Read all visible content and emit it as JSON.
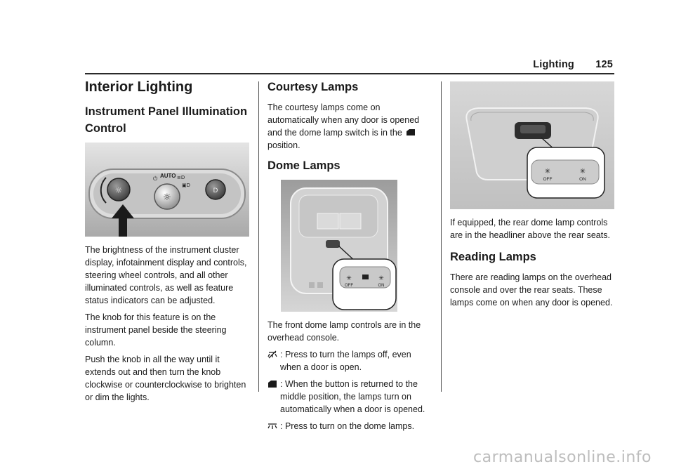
{
  "header": {
    "section": "Lighting",
    "page_number": "125"
  },
  "column1": {
    "title": "Interior Lighting",
    "subtitle": "Instrument Panel Illumination Control",
    "figure": {
      "label_auto": "AUTO"
    },
    "paragraphs": [
      "The brightness of the instrument cluster display, infotainment display and controls, steering wheel controls, and all other illuminated controls, as well as feature status indicators can be adjusted.",
      "The knob for this feature is on the instrument panel beside the steering column.",
      "Push the knob in all the way until it extends out and then turn the knob clockwise or counterclockwise to brighten or dim the lights."
    ]
  },
  "column2": {
    "courtesy_heading": "Courtesy Lamps",
    "courtesy_text_before": "The courtesy lamps come on automatically when any door is opened and the dome lamp switch is in the",
    "courtesy_text_after": "position.",
    "dome_heading": "Dome Lamps",
    "figure": {
      "label_off": "OFF",
      "label_on": "ON"
    },
    "dome_intro": "The front dome lamp controls are in the overhead console.",
    "controls": [
      {
        "icon": "lamp-off-icon",
        "text": ": Press to turn the lamps off, even when a door is open."
      },
      {
        "icon": "door-icon",
        "text": ": When the button is returned to the middle position, the lamps turn on automatically when a door is opened."
      },
      {
        "icon": "lamp-on-icon",
        "text": ": Press to turn on the dome lamps."
      }
    ]
  },
  "column3": {
    "figure": {
      "label_off": "OFF",
      "label_on": "ON"
    },
    "rear_text": "If equipped, the rear dome lamp controls are in the headliner above the rear seats.",
    "reading_heading": "Reading Lamps",
    "reading_text": "There are reading lamps on the overhead console and over the rear seats. These lamps come on when any door is opened."
  },
  "watermark": "carmanualsonline.info"
}
